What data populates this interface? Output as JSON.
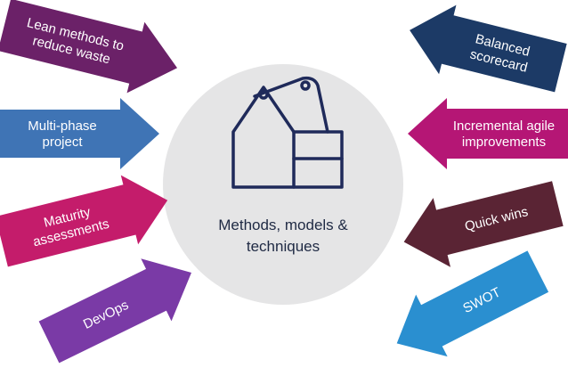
{
  "center": {
    "icon": "toolbox-icon",
    "label_line1": "Methods, models &",
    "label_line2": "techniques",
    "circle_color": "#e5e5e6",
    "icon_color": "#1f2a5a"
  },
  "arrows": [
    {
      "id": "lean",
      "line1": "Lean methods to",
      "line2": "reduce waste",
      "color": "#6b2168"
    },
    {
      "id": "multiphase",
      "line1": "Multi-phase",
      "line2": "project",
      "color": "#3f74b5"
    },
    {
      "id": "maturity",
      "line1": "Maturity",
      "line2": "assessments",
      "color": "#c41c6b"
    },
    {
      "id": "devops",
      "line1": "DevOps",
      "line2": "",
      "color": "#7a3aa6"
    },
    {
      "id": "balanced",
      "line1": "Balanced",
      "line2": "scorecard",
      "color": "#1c3a66"
    },
    {
      "id": "agile",
      "line1": "Incremental agile",
      "line2": "improvements",
      "color": "#b51675"
    },
    {
      "id": "quickwins",
      "line1": "Quick wins",
      "line2": "",
      "color": "#5a2434"
    },
    {
      "id": "swot",
      "line1": "SWOT",
      "line2": "",
      "color": "#2a8fd0"
    }
  ]
}
